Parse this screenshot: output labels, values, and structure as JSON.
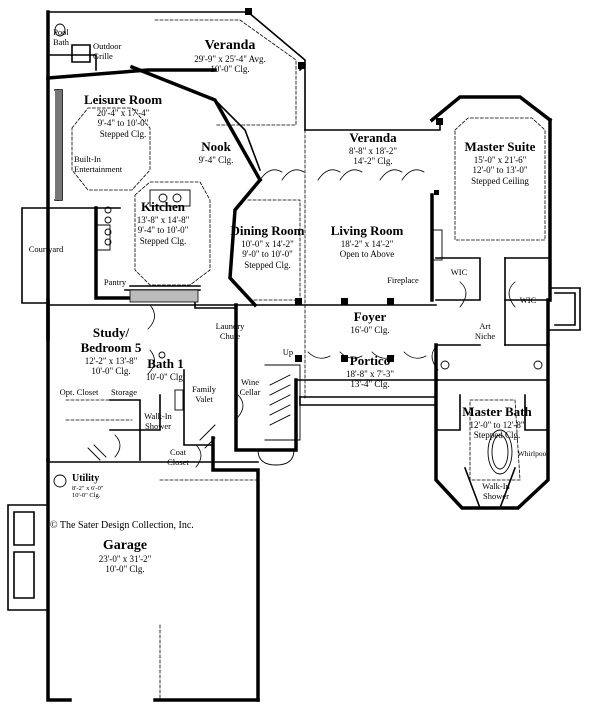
{
  "copyright": "© The Sater Design Collection, Inc.",
  "rooms": {
    "veranda_top": {
      "name": "Veranda",
      "dims": "29'-9\" x 25'-4\" Avg.",
      "ceiling": "10'-0\" Clg."
    },
    "leisure": {
      "name": "Leisure Room",
      "dims": "20'-4\" x 17'-4\"",
      "ceiling": "9'-4\" to 10'-0\"",
      "ceiling2": "Stepped Clg."
    },
    "nook": {
      "name": "Nook",
      "ceiling": "9'-4\" Clg."
    },
    "veranda_mid": {
      "name": "Veranda",
      "dims": "8'-8\" x 18'-2\"",
      "ceiling": "14'-2\" Clg."
    },
    "master_suite": {
      "name": "Master Suite",
      "dims": "15'-0\" x 21'-6\"",
      "ceiling": "12'-0\" to 13'-0\"",
      "ceiling2": "Stepped Ceiling"
    },
    "kitchen": {
      "name": "Kitchen",
      "dims": "13'-8\" x 14'-8\"",
      "ceiling": "9'-4\" to 10'-0\"",
      "ceiling2": "Stepped Clg."
    },
    "dining": {
      "name": "Dining Room",
      "dims": "10'-0\" x 14'-2\"",
      "ceiling": "9'-0\" to 10'-0\"",
      "ceiling2": "Stepped Clg."
    },
    "living": {
      "name": "Living Room",
      "dims": "18'-2\" x 14'-2\"",
      "ceiling": "Open to Above"
    },
    "foyer": {
      "name": "Foyer",
      "ceiling": "16'-0\" Clg."
    },
    "study": {
      "name": "Study/",
      "name2": "Bedroom 5",
      "dims": "12'-2\" x 13'-8\"",
      "ceiling": "10'-0\" Clg."
    },
    "bath1": {
      "name": "Bath 1",
      "ceiling": "10'-0\" Clg."
    },
    "portico": {
      "name": "Portico",
      "dims": "18'-8\" x 7'-3\"",
      "ceiling": "13'-4\" Clg."
    },
    "master_bath": {
      "name": "Master Bath",
      "dims": "12'-0\" to 12'-8\"",
      "ceiling": "Stepped Clg."
    },
    "utility": {
      "name": "Utility",
      "dims": "8'-2\" x 6'-0\"",
      "ceiling": "10'-0\" Clg."
    },
    "garage": {
      "name": "Garage",
      "dims": "23'-0\" x 31'-2\"",
      "ceiling": "10'-0\" Clg."
    }
  },
  "labels": {
    "pool_bath": "Pool\nBath",
    "outdoor_grille": "Outdoor\nGrille",
    "built_in": "Built-In\nEntertainment",
    "courtyard": "Courtyard",
    "pantry": "Pantry",
    "fireplace": "Fireplace",
    "wic_left": "WIC",
    "wic_right": "WIC",
    "art_niche": "Art\nNiche",
    "laundry_chute": "Laundry\nChute",
    "up": "Up",
    "wine_cellar": "Wine\nCellar",
    "family_valet": "Family\nValet",
    "opt_closet": "Opt. Closet",
    "storage": "Storage",
    "walk_in_shower_left": "Walk-In\nShower",
    "coat_closet": "Coat\nCloset",
    "whirlpool": "Whirlpool",
    "walk_in_shower_right": "Walk-In\nShower"
  }
}
